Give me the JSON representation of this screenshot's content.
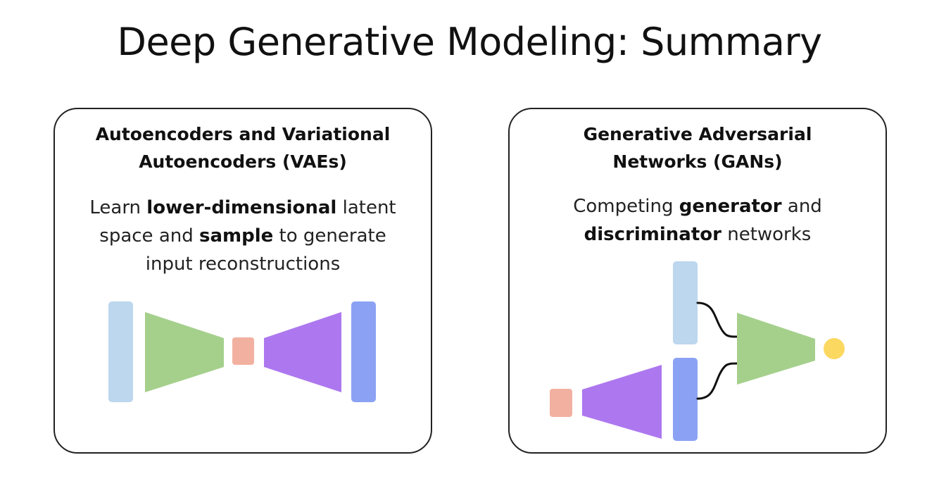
{
  "title": "Deep Generative Modeling: Summary",
  "vae": {
    "heading_line1": "Autoencoders and Variational",
    "heading_line2": "Autoencoders (VAEs)",
    "desc_line1_pre": "Learn ",
    "desc_line1_bold": "lower-dimensional",
    "desc_line1_post": " latent",
    "desc_line2_pre": "space and ",
    "desc_line2_bold": "sample",
    "desc_line2_post": " to generate",
    "desc_line3": "input reconstructions"
  },
  "gan": {
    "heading_line1": "Generative Adversarial",
    "heading_line2": "Networks (GANs)",
    "desc_line1_pre": "Competing ",
    "desc_line1_bold": "generator",
    "desc_line1_post": " and",
    "desc_line2_bold": "discriminator",
    "desc_line2_post": " networks"
  },
  "colors": {
    "input_blue": "#bcd7ee",
    "encoder_green": "#a5d08c",
    "latent_pink": "#f2b1a0",
    "decoder_purple": "#ad78ef",
    "output_blue": "#8ba2f4",
    "prob_yellow": "#fbd860",
    "connector": "#111111"
  }
}
